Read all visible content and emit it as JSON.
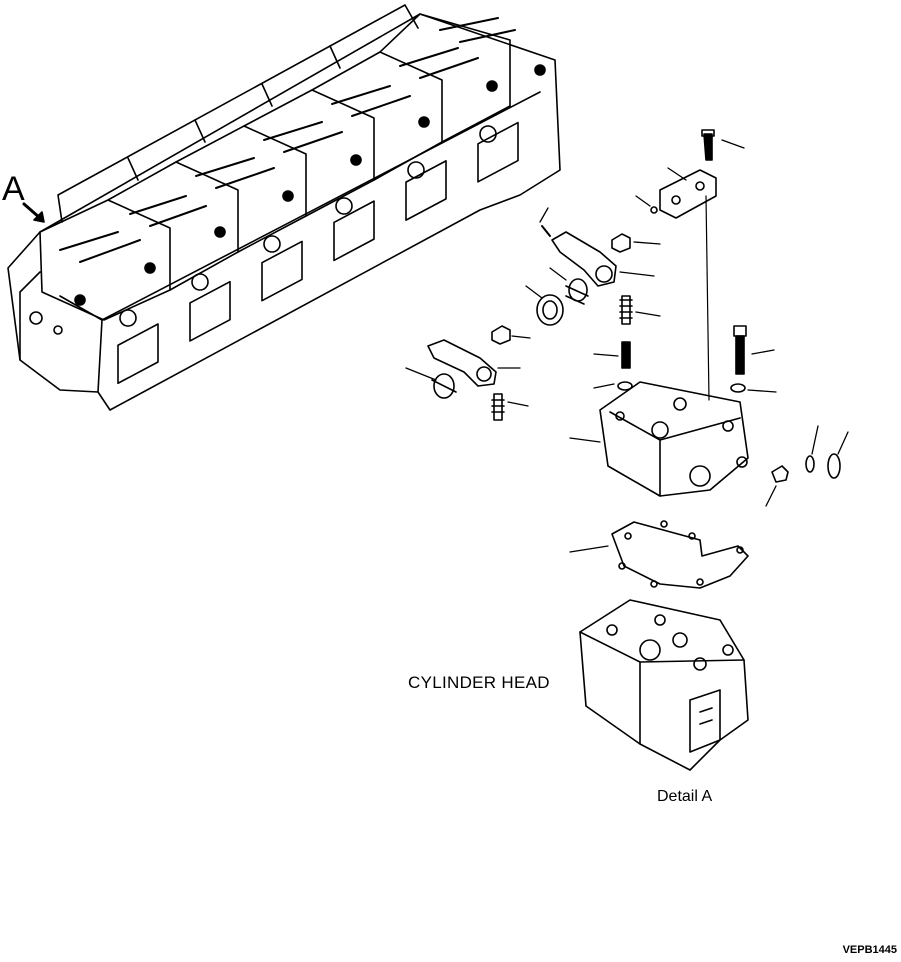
{
  "view_marker": "A",
  "labels": {
    "cylinder_head": "CYLINDER HEAD",
    "detail": "Detail A"
  },
  "figure_code": "VEPB1445",
  "colors": {
    "ink": "#000000",
    "paper": "#ffffff"
  }
}
